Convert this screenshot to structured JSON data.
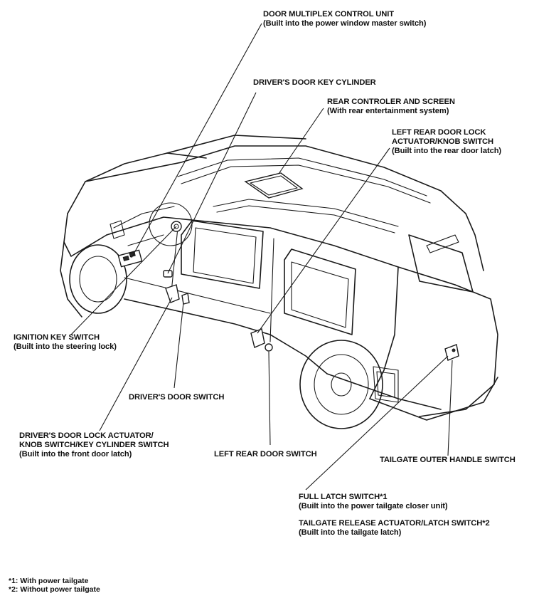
{
  "labels": {
    "door_multiplex": {
      "title": "DOOR MULTIPLEX CONTROL UNIT",
      "sub": "(Built into the power window master switch)"
    },
    "driver_key_cylinder": {
      "title": "DRIVER'S DOOR KEY CYLINDER"
    },
    "rear_controller": {
      "title": "REAR CONTROLER AND SCREEN",
      "sub": "(With rear entertainment system)"
    },
    "left_rear_lock": {
      "title1": "LEFT REAR DOOR LOCK",
      "title2": "ACTUATOR/KNOB SWITCH",
      "sub": "(Built into the rear door latch)"
    },
    "ignition_key": {
      "title": "IGNITION KEY SWITCH",
      "sub": "(Built into the steering lock)"
    },
    "driver_door_switch": {
      "title": "DRIVER'S DOOR SWITCH"
    },
    "driver_lock_actuator": {
      "title1": "DRIVER'S DOOR LOCK ACTUATOR/",
      "title2": "KNOB SWITCH/KEY CYLINDER SWITCH",
      "sub": "(Built into the front door latch)"
    },
    "left_rear_door_switch": {
      "title": "LEFT REAR DOOR SWITCH"
    },
    "tailgate_outer_handle": {
      "title": "TAILGATE OUTER HANDLE SWITCH"
    },
    "full_latch": {
      "title": "FULL LATCH SWITCH*1",
      "sub": "(Built into the power tailgate closer unit)"
    },
    "tailgate_release": {
      "title": "TAILGATE RELEASE ACTUATOR/LATCH SWITCH*2",
      "sub": "(Built into the tailgate latch)"
    }
  },
  "footnotes": {
    "note1": "*1: With power tailgate",
    "note2": "*2: Without power tailgate"
  }
}
